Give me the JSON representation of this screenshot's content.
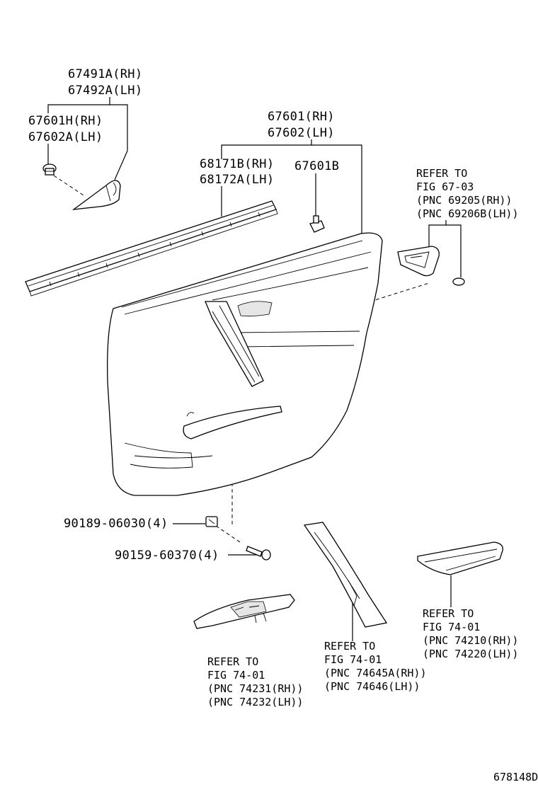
{
  "diagram_id": "678148D",
  "callouts": {
    "trim_cover": [
      "67491A(RH)",
      "67492A(LH)"
    ],
    "trim_clip": [
      "67601H(RH)",
      "67602A(LH)"
    ],
    "door_panel": [
      "67601(RH)",
      "67602(LH)"
    ],
    "weatherstrip": [
      "68171B(RH)",
      "68172A(LH)"
    ],
    "panel_clip": [
      "67601B"
    ],
    "handle_ref": [
      "REFER TO",
      "FIG 67-03",
      "(PNC 69205(RH))",
      "(PNC 69206B(LH))"
    ],
    "nut": [
      "90189-06030(4)"
    ],
    "screw": [
      "90159-60370(4)"
    ],
    "armrest_ref": [
      "REFER TO",
      "FIG 74-01",
      "(PNC 74645A(RH))",
      "(PNC 74646(LH))"
    ],
    "upper_ref": [
      "REFER TO",
      "FIG 74-01",
      "(PNC 74210(RH))",
      "(PNC 74220(LH))"
    ],
    "switch_ref": [
      "REFER TO",
      "FIG 74-01",
      "(PNC 74231(RH))",
      "(PNC 74232(LH))"
    ]
  }
}
